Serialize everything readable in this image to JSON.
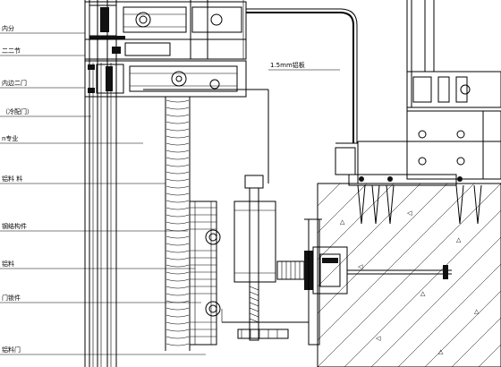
{
  "drawing": {
    "labels": [
      "内分",
      "二二节",
      "内边二门",
      "（冷配门）",
      "n专业",
      "铝料 料",
      "钢结构件",
      "铝料",
      "门锁件",
      "铝料门"
    ],
    "callout": "1.5mm铝板",
    "hatch_marks": [
      "△",
      "◁",
      "△",
      "◁",
      "△",
      "△",
      "◁",
      "△"
    ]
  }
}
